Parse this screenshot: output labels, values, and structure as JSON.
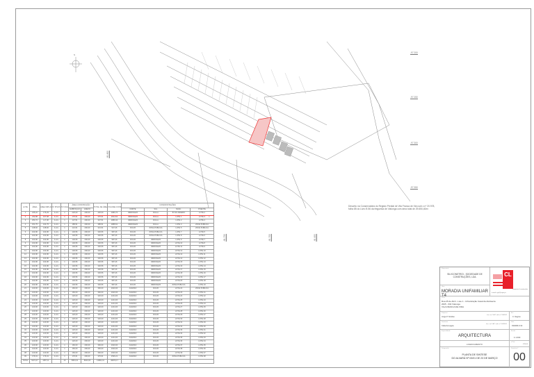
{
  "drawing": {
    "north_label": "N",
    "coordinates_right": [
      "-97.200",
      "-97.250",
      "-97.300",
      "-97.350"
    ],
    "coordinates_bottom": [
      "-81.750",
      "-81.700",
      "-81.650"
    ],
    "coordinates_left": [
      "-81.800",
      "-81.850"
    ],
    "lot_label": "1"
  },
  "note": {
    "text": "Descrito na Conservatória do Registo Predial de Vila Franca de Xira sob o nº 20.978, folha 85 do Livro B 56 da freguesia de Vialonga com área total de 29.650,40m²"
  },
  "table": {
    "headers": [
      "LOTE",
      "ÁREA",
      "ÁREA IMPLANTAÇÃO",
      "Nº PISOS",
      "Nº FOGOS",
      "ÁREA CONSTRUÇÃO",
      "TOTAL DE ÁREA DE CONSTRUÇÃO",
      "VOLUME CONSTRUÇÃO",
      "CONFRONTAÇÕES"
    ],
    "subheaders": [
      "HABITAÇÃO",
      "ANEXO",
      "NORTE",
      "SUL",
      "NASC.",
      "POENTE"
    ],
    "rows": [
      [
        "1",
        "245,22",
        "176,29",
        "3+Cv",
        "1",
        "220,00",
        "200,00",
        "420,00",
        "1980,70",
        "IMPASSE B",
        "RUA A",
        "Bº DO ARIEIRO",
        "LOTE 2"
      ],
      [
        "2",
        "232,88",
        "107,68",
        "3+Cv",
        "1",
        "176,51",
        "200,00",
        "376,51",
        "1814,54",
        "IMPASSE B",
        "RUA A",
        "LOTE 1",
        "LOTE 3"
      ],
      [
        "3",
        "253,72",
        "117,38",
        "3+Cv",
        "1",
        "147,51",
        "200,00",
        "347,51",
        "1889,34",
        "IMPASSE B",
        "RUA A",
        "LOTE 2",
        "LOTE 4"
      ],
      [
        "4",
        "151,75",
        "104,75",
        "3+Cv",
        "1",
        "185,51",
        "200,00",
        "385,51",
        "1888,91",
        "IMPASSE B",
        "RUA A",
        "LOTE 3",
        "ZONA PÚBLICA"
      ],
      [
        "5",
        "148,60",
        "148,60",
        "3+Cv",
        "1",
        "121,51",
        "200,00",
        "321,51",
        "947,26",
        "RUA B",
        "ZONA PÚBLICA",
        "LOTE 5",
        "ZONA PÚBLICA"
      ],
      [
        "6",
        "104,80",
        "104,80",
        "3+Cv",
        "1",
        "146,56",
        "200,00",
        "346,56",
        "987,26",
        "RUA B",
        "ZONA PÚBLICA",
        "LOTE 7",
        "LOTE 5"
      ],
      [
        "7",
        "104,80",
        "104,80",
        "3+Cv",
        "1",
        "146,56",
        "200,00",
        "346,56",
        "987,26",
        "RUA B",
        "ZONA PÚBLICA",
        "LOTE 8",
        "LOTE 6"
      ],
      [
        "8",
        "104,80",
        "104,80",
        "3+Cv",
        "1",
        "146,56",
        "200,00",
        "346,56",
        "987,26",
        "RUA B",
        "IMPASSE B",
        "LOTE 9",
        "LOTE 7"
      ],
      [
        "9",
        "104,80",
        "104,80",
        "3+Cv",
        "1",
        "146,56",
        "200,00",
        "346,56",
        "987,26",
        "RUA B",
        "IMPASSE B",
        "LOTE 10",
        "LOTE 8"
      ],
      [
        "10",
        "104,80",
        "104,80",
        "3+Cv",
        "1",
        "146,56",
        "200,00",
        "346,56",
        "987,26",
        "RUA B",
        "IMPASSE B",
        "LOTE 11",
        "LOTE 9"
      ],
      [
        "11",
        "104,80",
        "104,80",
        "3+Cv",
        "1",
        "146,56",
        "200,00",
        "346,56",
        "987,26",
        "RUA B",
        "IMPASSE B",
        "LOTE 12",
        "LOTE 10"
      ],
      [
        "12",
        "104,80",
        "104,80",
        "3+Cv",
        "1",
        "146,56",
        "200,00",
        "346,56",
        "987,26",
        "RUA B",
        "IMPASSE B",
        "LOTE 13",
        "LOTE 11"
      ],
      [
        "13",
        "104,80",
        "104,80",
        "3+Cv",
        "1",
        "146,56",
        "200,00",
        "346,56",
        "987,26",
        "RUA B",
        "IMPASSE B",
        "LOTE 14",
        "LOTE 12"
      ],
      [
        "14",
        "104,80",
        "104,80",
        "3+Cv",
        "1",
        "146,56",
        "200,00",
        "346,56",
        "987,26",
        "RUA B",
        "IMPASSE B",
        "LOTE 15",
        "LOTE 13"
      ],
      [
        "15",
        "104,80",
        "104,80",
        "3+Cv",
        "1",
        "146,56",
        "200,00",
        "346,56",
        "987,26",
        "RUA B",
        "IMPASSE B",
        "LOTE 16",
        "LOTE 14"
      ],
      [
        "16",
        "104,80",
        "104,80",
        "3+Cv",
        "1",
        "146,56",
        "200,00",
        "346,56",
        "987,26",
        "RUA B",
        "IMPASSE B",
        "LOTE 17",
        "LOTE 15"
      ],
      [
        "17",
        "104,80",
        "104,80",
        "3+Cv",
        "1",
        "146,56",
        "200,00",
        "346,56",
        "987,26",
        "RUA B",
        "IMPASSE B",
        "LOTE 18",
        "LOTE 16"
      ],
      [
        "18",
        "104,80",
        "104,80",
        "3+Cv",
        "1",
        "146,56",
        "200,00",
        "346,56",
        "987,26",
        "RUA B",
        "IMPASSE B",
        "LOTE 19",
        "LOTE 17"
      ],
      [
        "19",
        "104,80",
        "104,80",
        "3+Cv",
        "1",
        "146,56",
        "200,00",
        "346,56",
        "987,26",
        "RUA B",
        "IMPASSE B",
        "LOTE 20",
        "LOTE 18"
      ],
      [
        "20",
        "104,80",
        "104,80",
        "3+Cv",
        "1",
        "146,56",
        "200,00",
        "346,56",
        "987,26",
        "RUA B",
        "IMPASSE B",
        "ZONA PÚBLICA",
        "LOTE 19"
      ],
      [
        "21",
        "120,00",
        "120,00",
        "3+Cv",
        "1",
        "160,00",
        "200,00",
        "360,00",
        "1620,00",
        "ACESSO",
        "RUA B",
        "LOTE 22",
        "ZONA PÚBLICA"
      ],
      [
        "22",
        "120,00",
        "120,00",
        "3+Cv",
        "1",
        "160,00",
        "200,00",
        "360,00",
        "1620,00",
        "ACESSO",
        "RUA B",
        "LOTE 23",
        "LOTE 21"
      ],
      [
        "23",
        "120,00",
        "120,00",
        "3+Cv",
        "1",
        "120,00",
        "200,00",
        "320,00",
        "1224,00",
        "ACESSO",
        "RUA B",
        "LOTE 24",
        "LOTE 22"
      ],
      [
        "24",
        "120,00",
        "120,00",
        "3+Cv",
        "1",
        "120,00",
        "200,00",
        "320,00",
        "1224,00",
        "ACESSO",
        "RUA B",
        "LOTE 25",
        "LOTE 23"
      ],
      [
        "25",
        "120,00",
        "120,00",
        "3+Cv",
        "1",
        "120,00",
        "200,00",
        "320,00",
        "1224,00",
        "ACESSO",
        "RUA B",
        "LOTE 26",
        "LOTE 24"
      ],
      [
        "26",
        "120,00",
        "120,00",
        "3+Cv",
        "1",
        "120,00",
        "200,00",
        "320,00",
        "1224,00",
        "ACESSO",
        "RUA B",
        "LOTE 27",
        "LOTE 25"
      ],
      [
        "27",
        "120,00",
        "120,00",
        "3+Cv",
        "1",
        "120,00",
        "200,00",
        "320,00",
        "1224,00",
        "ACESSO",
        "RUA B",
        "LOTE 28",
        "LOTE 26"
      ],
      [
        "28",
        "120,00",
        "120,00",
        "3+Cv",
        "1",
        "120,00",
        "200,00",
        "320,00",
        "1224,00",
        "ACESSO",
        "RUA B",
        "LOTE 29",
        "LOTE 27"
      ],
      [
        "29",
        "120,00",
        "120,00",
        "3+Cv",
        "1",
        "120,00",
        "200,00",
        "320,00",
        "1224,00",
        "ACESSO",
        "RUA B",
        "LOTE 30",
        "LOTE 28"
      ],
      [
        "30",
        "120,00",
        "120,00",
        "3+Cv",
        "1",
        "120,00",
        "200,00",
        "320,00",
        "1224,00",
        "ACESSO",
        "RUA B",
        "LOTE 31",
        "LOTE 29"
      ],
      [
        "31",
        "120,00",
        "120,00",
        "3+Cv",
        "1",
        "120,00",
        "200,00",
        "320,00",
        "1224,00",
        "ACESSO",
        "RUA B",
        "LOTE 32",
        "LOTE 30"
      ],
      [
        "32",
        "120,00",
        "120,00",
        "3+Cv",
        "1",
        "120,00",
        "200,00",
        "320,00",
        "1224,00",
        "ACESSO",
        "RUA B",
        "LOTE 33",
        "LOTE 31"
      ],
      [
        "33",
        "120,00",
        "120,00",
        "3+Cv",
        "1",
        "120,00",
        "200,00",
        "320,00",
        "1224,00",
        "ACESSO",
        "RUA B",
        "LOTE 34",
        "LOTE 32"
      ],
      [
        "34",
        "120,00",
        "120,00",
        "3+Cv",
        "1",
        "120,00",
        "200,00",
        "320,00",
        "1224,00",
        "ACESSO",
        "RUA B",
        "LOTE 35",
        "LOTE 33"
      ],
      [
        "35",
        "120,00",
        "120,00",
        "3+Cv",
        "1",
        "120,00",
        "200,00",
        "320,00",
        "1224,00",
        "ACESSO",
        "RUA B",
        "LOTE 36",
        "LOTE 34"
      ],
      [
        "36",
        "120,00",
        "120,00",
        "3+Cv",
        "1",
        "160,00",
        "200,00",
        "360,00",
        "1620,00",
        "ACESSO",
        "RUA B",
        "LOTE 37",
        "LOTE 35"
      ],
      [
        "37",
        "120,00",
        "120,00",
        "3+Cv",
        "1",
        "160,00",
        "200,00",
        "360,00",
        "1620,00",
        "ACESSO",
        "RUA B",
        "LOTE 38",
        "LOTE 36"
      ],
      [
        "38",
        "120,00",
        "120,00",
        "3+Cv",
        "1",
        "160,00",
        "200,00",
        "360,00",
        "1620,00",
        "ACESSO",
        "RUA B",
        "LOTE 39",
        "LOTE 37"
      ],
      [
        "39",
        "176,01",
        "176,01",
        "3+Cv",
        "1",
        "176,61",
        "200,00",
        "376,61",
        "1536,21",
        "ACESSO",
        "RUA B",
        "ZONA PÚBLICA",
        "LOTE 38"
      ]
    ],
    "totals": [
      "TOTAL",
      "5274,47",
      "4957,11",
      "",
      "40",
      "5864,01",
      "8000,00",
      "13864,01",
      "49879,17",
      "",
      "",
      "",
      ""
    ]
  },
  "title_block": {
    "client_label": "Requerente",
    "client": "SILVCONSTROI - SOCIEDADE DE CONSTRUÇÕES, LDA.",
    "project_label": "Obra",
    "project": "MORADIA UNIFAMILIAR T4",
    "logo_text": "CL",
    "logo_sub": "projectos & construções",
    "logo_email": "e-mail: cgcl@sapo.pt",
    "location_label": "Local",
    "location_lines": [
      "Rua 25 de Abril - Lote 1 - Urbanização Casal da Alvidoeira",
      "2625 - 632 Vialonga",
      "VILA FRANCA DE XIRA"
    ],
    "author_label": "Projectou",
    "author": "Jorge P. Simões",
    "author_reg": "Insc. na O.A.P. sob o nº 5443/02",
    "scale_label": "Esc.",
    "scale_value": "C. Negros",
    "drawn_label": "Desenhou",
    "drawn": "Célia da Lagoa",
    "drawn_reg": "Insc. na O.A.P. sob o nº 10026/01",
    "date_label": "Data",
    "date_value": "03/2009 2:19",
    "specialty_label": "Especialidade",
    "specialty": "ARQUITECTURA",
    "scale2_label": "Escala",
    "scale2": "1:1 000",
    "phase": "LICENCIAMENTO",
    "sheet_no_label": "nº Fol.",
    "sheet_no": "1/70:04",
    "designation_label": "Designação",
    "designation_lines": [
      "PLANTA DE SINTESE",
      "DO ALVARÁ Nº 03/01 DE 23 DE MARÇO"
    ],
    "drawing_no_label": "Desenho nº",
    "drawing_no": "00"
  },
  "colors": {
    "accent": "#e8202a",
    "highlight_lot": "#f6c6c6",
    "line": "#888888"
  }
}
